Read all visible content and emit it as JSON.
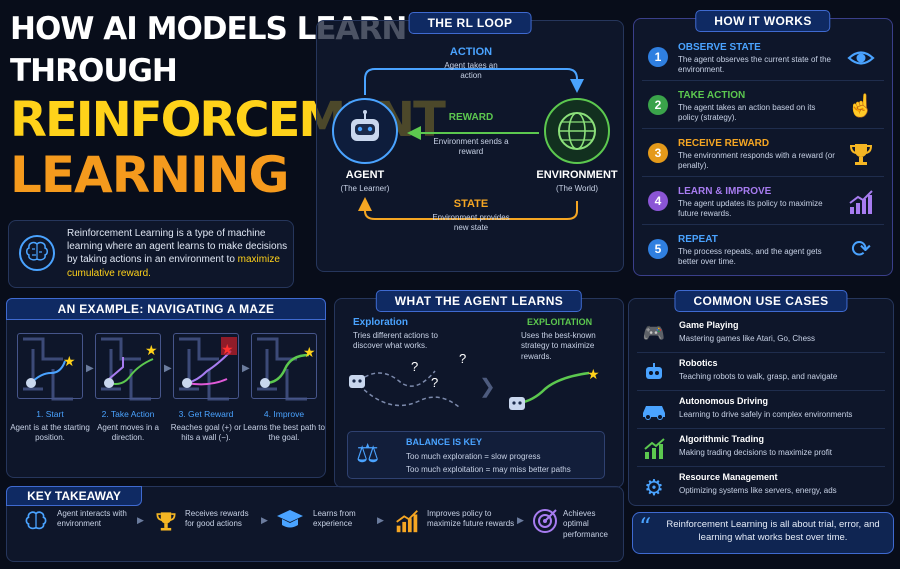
{
  "title": {
    "line1": "HOW AI MODELS LEARN",
    "line2": "THROUGH",
    "line3": "REINFORCEMENT",
    "line4": "LEARNING"
  },
  "intro": {
    "text_a": "Reinforcement Learning is a type of machine learning where an agent learns to make decisions by taking actions in an environment to ",
    "highlight": "maximize cumulative reward."
  },
  "rl_loop": {
    "title": "THE RL LOOP",
    "action_label": "ACTION",
    "action_desc": "Agent takes an action",
    "reward_label": "REWARD",
    "reward_desc": "Environment sends a reward",
    "state_label": "STATE",
    "state_desc": "Environment provides new state",
    "agent_label": "AGENT",
    "agent_sub": "(The Learner)",
    "env_label": "ENVIRONMENT",
    "env_sub": "(The World)"
  },
  "how_it_works": {
    "title": "HOW IT WORKS",
    "steps": [
      {
        "num": "1",
        "title": "OBSERVE STATE",
        "desc": "The agent observes the current state of the environment.",
        "color": "#2f7fe0",
        "icon": "eye-icon"
      },
      {
        "num": "2",
        "title": "TAKE ACTION",
        "desc": "The agent takes an action based on its policy (strategy).",
        "color": "#3aa34a",
        "icon": "hand-pointer-icon"
      },
      {
        "num": "3",
        "title": "RECEIVE REWARD",
        "desc": "The environment responds with a reward (or penalty).",
        "color": "#e59a1a",
        "icon": "trophy-icon"
      },
      {
        "num": "4",
        "title": "LEARN & IMPROVE",
        "desc": "The agent updates its policy to maximize future rewards.",
        "color": "#8b55d6",
        "icon": "growth-chart-icon"
      },
      {
        "num": "5",
        "title": "REPEAT",
        "desc": "The process repeats, and the agent gets better over time.",
        "color": "#2f7fe0",
        "icon": "repeat-icon"
      }
    ]
  },
  "maze_example": {
    "title": "AN EXAMPLE: NAVIGATING A MAZE",
    "steps": [
      {
        "title": "1. Start",
        "desc": "Agent is at the starting position."
      },
      {
        "title": "2. Take Action",
        "desc": "Agent moves in a direction."
      },
      {
        "title": "3. Get Reward",
        "desc": "Reaches goal (+) or hits a wall (−)."
      },
      {
        "title": "4. Improve",
        "desc": "Learns the best path to the goal."
      }
    ]
  },
  "agent_learns": {
    "title": "WHAT THE AGENT LEARNS",
    "exploration_title": "Exploration",
    "exploration_desc": "Tries different actions to discover what works.",
    "exploitation_title": "EXPLOITATION",
    "exploitation_desc": "Uses the best-known strategy to maximize rewards.",
    "balance_title": "BALANCE IS KEY",
    "balance_line1": "Too much exploration = slow progress",
    "balance_line2": "Too much exploitation = may miss better paths"
  },
  "use_cases": {
    "title": "COMMON USE CASES",
    "items": [
      {
        "title": "Game Playing",
        "desc": "Mastering games like Atari, Go, Chess",
        "icon": "gamepad-icon"
      },
      {
        "title": "Robotics",
        "desc": "Teaching robots to walk, grasp, and navigate",
        "icon": "robot-icon"
      },
      {
        "title": "Autonomous Driving",
        "desc": "Learning to drive safely in complex environments",
        "icon": "car-icon"
      },
      {
        "title": "Algorithmic Trading",
        "desc": "Making trading decisions to maximize profit",
        "icon": "trading-chart-icon"
      },
      {
        "title": "Resource Management",
        "desc": "Optimizing systems like servers, energy, ads",
        "icon": "gear-icon"
      }
    ]
  },
  "takeaway": {
    "title": "KEY TAKEAWAY",
    "items": [
      {
        "text": "Agent interacts with environment",
        "icon": "brain-icon"
      },
      {
        "text": "Receives rewards for good actions",
        "icon": "trophy-icon"
      },
      {
        "text": "Learns from experience",
        "icon": "graduation-cap-icon"
      },
      {
        "text": "Improves policy to maximize future rewards",
        "icon": "growth-chart-icon"
      },
      {
        "text": "Achieves optimal performance",
        "icon": "target-icon"
      }
    ]
  },
  "quote": {
    "text": "Reinforcement Learning is all about trial, error, and learning what works best over time."
  },
  "colors": {
    "background": "#080d1a",
    "accent_blue": "#4aa3ff",
    "title_yellow": "#ffd21a",
    "title_orange": "#f59a1d",
    "action_blue": "#4aa3ff",
    "reward_green": "#5cc84f",
    "state_orange": "#f5a623"
  }
}
